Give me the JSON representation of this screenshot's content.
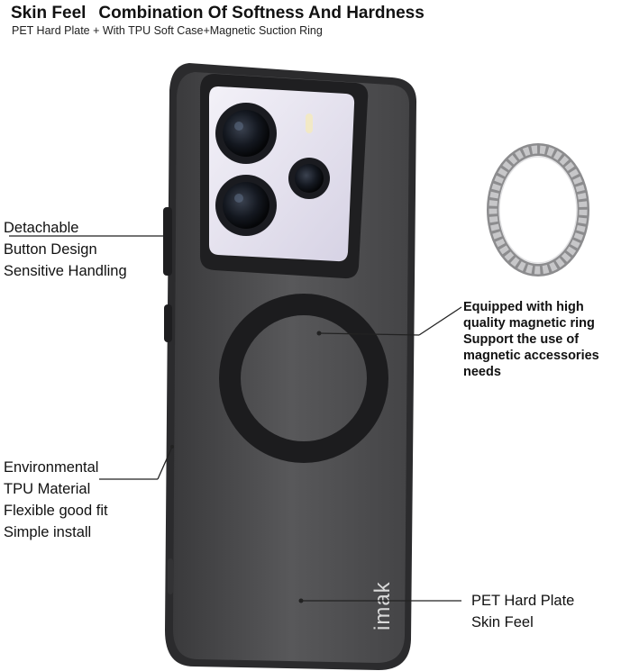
{
  "header": {
    "title_left": "Skin Feel",
    "title_right": "Combination Of Softness And Hardness",
    "subtitle": "PET  Hard Plate + With TPU Soft Case+Magnetic Suction Ring"
  },
  "callouts": {
    "button": [
      "Detachable",
      "Button Design",
      "Sensitive Handling"
    ],
    "magnetic": [
      "Equipped with high",
      "quality magnetic ring",
      "Support the use of",
      "magnetic accessories",
      "needs"
    ],
    "tpu": [
      "Environmental",
      "TPU Material",
      "Flexible good fit",
      "Simple install"
    ],
    "pet": [
      "PET Hard Plate",
      "Skin Feel"
    ]
  },
  "brand": {
    "logo_text": "imak"
  },
  "colors": {
    "case_body": "#4a4a4c",
    "case_frame": "#2c2c2e",
    "ring": "#1c1c1e",
    "phone_module": "#e6e3f0",
    "metal_ring": "#b5b5b7"
  },
  "icons": [
    "phone-case-image",
    "magnetic-ring-image",
    "leader-line"
  ]
}
